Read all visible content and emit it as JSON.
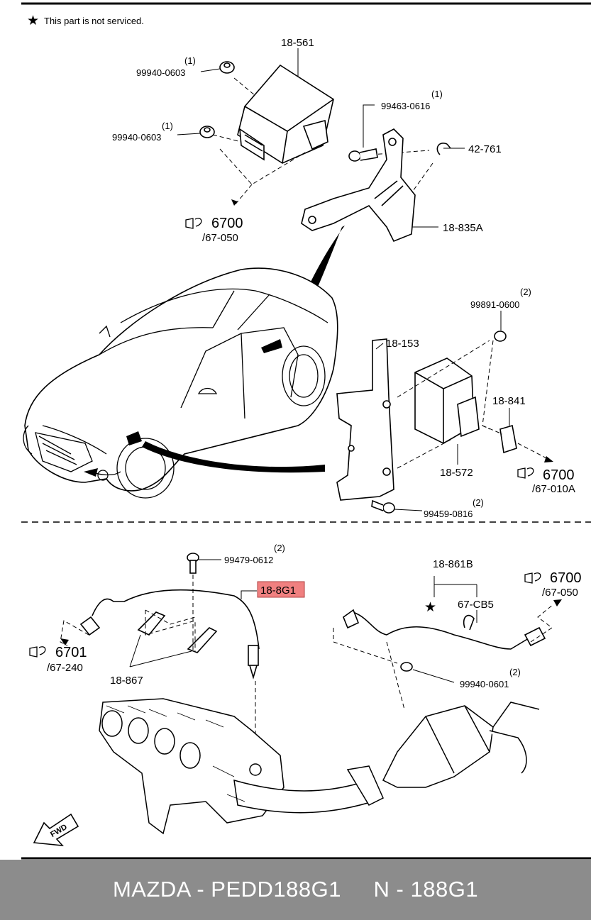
{
  "note": {
    "star": "★",
    "text": "This part is not serviced."
  },
  "labels": {
    "p18_561": "18-561",
    "p99940_0603_a": "99940-0603",
    "p99940_0603_a_qty": "(1)",
    "p99940_0603_b": "99940-0603",
    "p99940_0603_b_qty": "(1)",
    "p99463_0616": "99463-0616",
    "p99463_0616_qty": "(1)",
    "p42_761": "42-761",
    "p18_835A": "18-835A",
    "ref6700_a": "6700",
    "ref6700_a_sub": "/67-050",
    "p99891_0600": "99891-0600",
    "p99891_0600_qty": "(2)",
    "p18_153": "18-153",
    "p18_841": "18-841",
    "p18_572": "18-572",
    "ref6700_b": "6700",
    "ref6700_b_sub": "/67-010A",
    "p99459_0816": "99459-0816",
    "p99459_0816_qty": "(2)",
    "p99479_0612": "99479-0612",
    "p99479_0612_qty": "(2)",
    "p18_8G1": "18-8G1",
    "p18_861B": "18-861B",
    "star_b": "★",
    "p67_CB5": "67-CB5",
    "ref6700_c": "6700",
    "ref6700_c_sub": "/67-050",
    "ref6701": "6701",
    "ref6701_sub": "/67-240",
    "p18_867": "18-867",
    "p99940_0601": "99940-0601",
    "p99940_0601_qty": "(2)",
    "fwd": "FWD"
  },
  "colors": {
    "highlight": "#f08080",
    "footer_bg": "#8c8c8c",
    "footer_text": "#ffffff"
  },
  "footer": {
    "text": "MAZDA - PEDD188G1     N - 188G1"
  }
}
